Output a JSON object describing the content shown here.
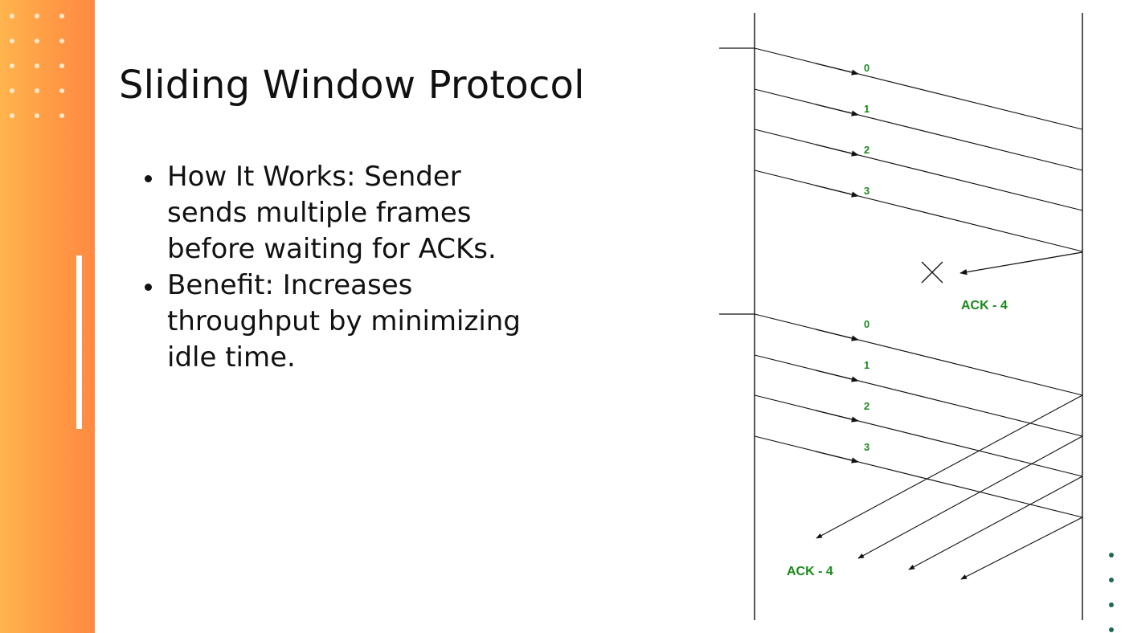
{
  "slide": {
    "title": "Sliding Window Protocol",
    "bullets": [
      "How It Works: Sender sends multiple frames before waiting for ACKs.",
      "Benefit: Increases throughput by minimizing idle time."
    ]
  },
  "diagram": {
    "frame_labels_top": [
      "0",
      "1",
      "2",
      "3"
    ],
    "frame_labels_bottom": [
      "0",
      "1",
      "2",
      "3"
    ],
    "ack_label_top": "ACK - 4",
    "ack_label_bottom": "ACK - 4",
    "lost_ack_marker": "X",
    "label_color": "#1a8a1a"
  },
  "colors": {
    "sidebar_gradient_start": "#ffb54e",
    "sidebar_gradient_end": "#ff8a42",
    "accent_dots": "#1f6a52"
  }
}
